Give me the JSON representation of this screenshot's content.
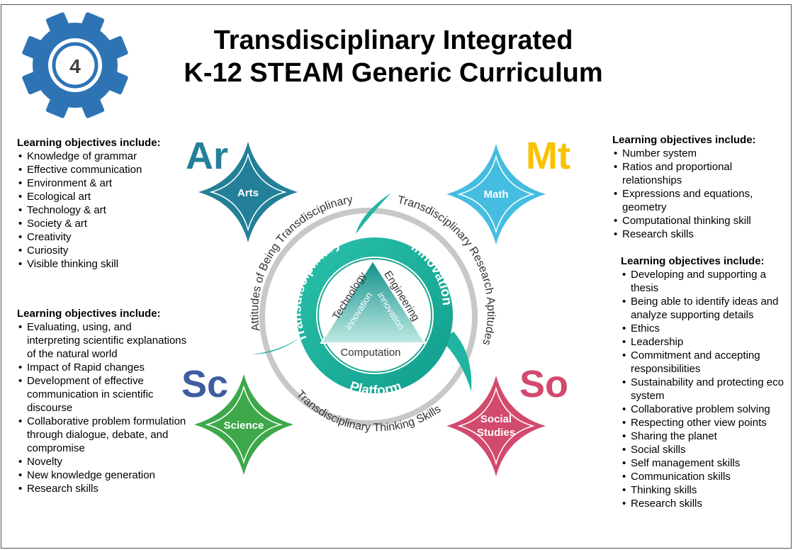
{
  "badge_number": "4",
  "title": {
    "line1": "Transdisciplinary Integrated",
    "line2": "K-12 STEAM Generic Curriculum"
  },
  "colors": {
    "gear": "#2e74b5",
    "arts": "#238098",
    "math": "#44bde0",
    "science": "#3da84a",
    "social": "#d24a6d",
    "teal": "#1fb5a0",
    "mt_text": "#f8c200",
    "sc_text": "#3e5ca0",
    "so_text": "#d24a6d"
  },
  "subjects": {
    "arts": {
      "abbr": "Ar",
      "label": "Arts"
    },
    "math": {
      "abbr": "Mt",
      "label": "Math"
    },
    "science": {
      "abbr": "Sc",
      "label": "Science"
    },
    "social": {
      "abbr": "So",
      "label_line1": "Social",
      "label_line2": "Studies"
    }
  },
  "center": {
    "transdisciplinary": "Transdisciplinary",
    "innovation": "Innovation",
    "platform": "Platform",
    "technology": "Technology",
    "engineering": "Engineering",
    "computation": "Computation",
    "innovation_left": "innovation",
    "innovation_right": "innovation",
    "arc_attitudes": "Attitudes of Being Transdisciplinary",
    "arc_research": "Transdisciplinary Research Aptitudes",
    "arc_thinking": "Transdisciplinary Thinking Skills"
  },
  "arts_objectives": {
    "heading": "Learning objectives include:",
    "items": [
      "Knowledge of grammar",
      "Effective communication",
      "Environment & art",
      "Ecological art",
      "Technology & art",
      "Society & art",
      "Creativity",
      "Curiosity",
      "Visible thinking skill"
    ]
  },
  "science_objectives": {
    "heading": "Learning objectives include:",
    "items": [
      "Evaluating, using, and interpreting scientific explanations of the natural world",
      "Impact of Rapid changes",
      "Development of effective communication in scientific discourse",
      "Collaborative problem formulation through dialogue, debate, and compromise",
      "Novelty",
      "New knowledge generation",
      "Research skills"
    ]
  },
  "math_objectives": {
    "heading": "Learning objectives include:",
    "items": [
      "Number system",
      "Ratios and proportional relationships",
      "Expressions and equations, geometry",
      "Computational thinking skill",
      "Research skills"
    ]
  },
  "social_objectives": {
    "heading": "Learning objectives include:",
    "items": [
      "Developing and supporting a thesis",
      "Being able to identify ideas and analyze supporting details",
      "Ethics",
      "Leadership",
      "Commitment and accepting responsibilities",
      "Sustainability and protecting eco system",
      "Collaborative problem solving",
      "Respecting other view points",
      "Sharing the planet",
      "Social skills",
      "Self management skills",
      "Communication skills",
      "Thinking skills",
      "Research skills"
    ]
  }
}
